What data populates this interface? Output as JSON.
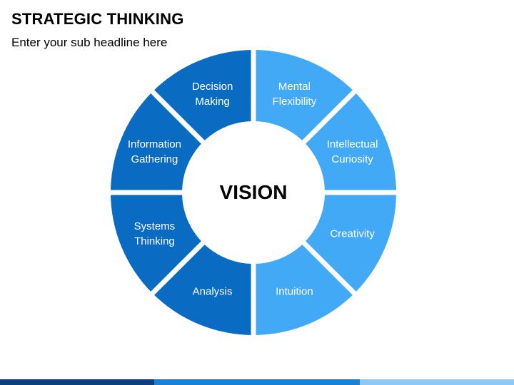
{
  "header": {
    "title": "STRATEGIC THINKING",
    "subtitle": "Enter your sub headline here"
  },
  "center": {
    "label": "VISION"
  },
  "segments": [
    {
      "name": "segment-mental-flexibility",
      "lines": [
        "Mental",
        "Flexibility"
      ],
      "color": "#41a9f5"
    },
    {
      "name": "segment-intellectual-curiosity",
      "lines": [
        "Intellectual",
        "Curiosity"
      ],
      "color": "#41a9f5"
    },
    {
      "name": "segment-creativity",
      "lines": [
        "Creativity"
      ],
      "color": "#41a9f5"
    },
    {
      "name": "segment-intuition",
      "lines": [
        "Intuition"
      ],
      "color": "#41a9f5"
    },
    {
      "name": "segment-analysis",
      "lines": [
        "Analysis"
      ],
      "color": "#0a6bc2"
    },
    {
      "name": "segment-systems-thinking",
      "lines": [
        "Systems",
        "Thinking"
      ],
      "color": "#0a6bc2"
    },
    {
      "name": "segment-information-gathering",
      "lines": [
        "Information",
        "Gathering"
      ],
      "color": "#0a6bc2"
    },
    {
      "name": "segment-decision-making",
      "lines": [
        "Decision",
        "Making"
      ],
      "color": "#0a6bc2"
    }
  ],
  "colors": {
    "light_blue": "#41a9f5",
    "dark_blue": "#0a6bc2",
    "bar_dark": "#0b3f7f",
    "bar_mid": "#1c7fd6",
    "bar_light": "#8fc8f5"
  }
}
